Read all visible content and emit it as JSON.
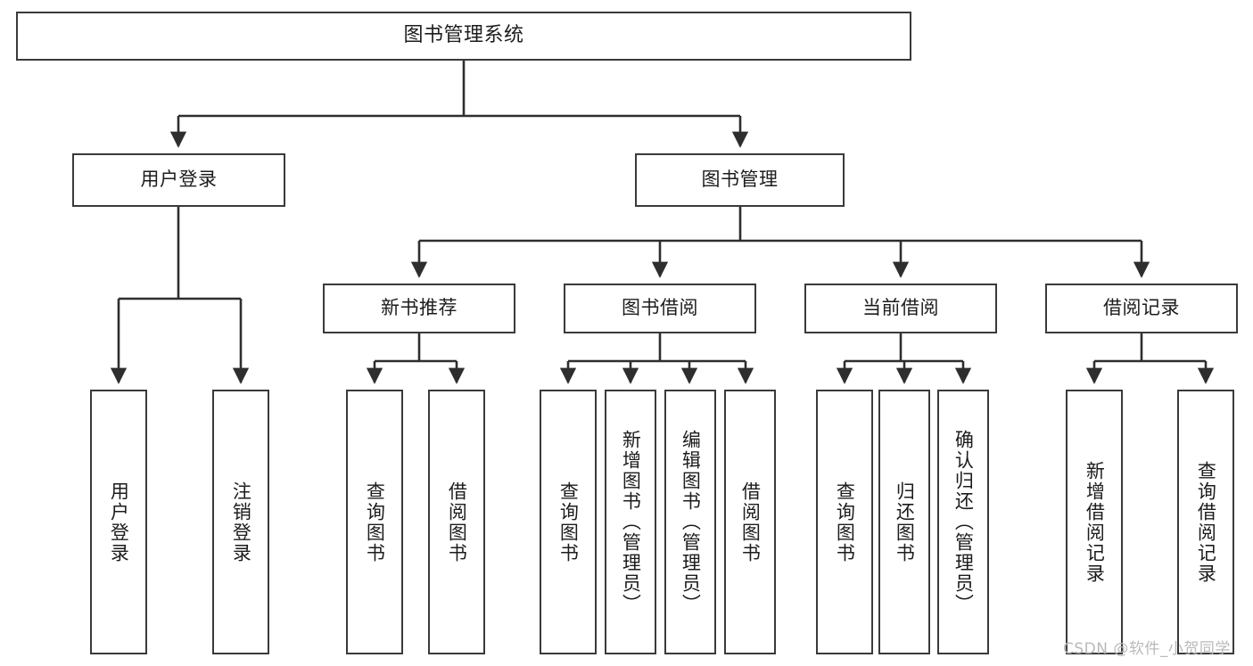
{
  "diagram": {
    "title": "图书管理系统",
    "watermark": "CSDN @软件_小贺同学",
    "line_color": "#3a3a3a",
    "background": "#ffffff",
    "text_color": "#1c1c1c",
    "watermark_color": "#b9b9b9"
  },
  "nodes": {
    "root": {
      "label": "图书管理系统"
    },
    "level2": [
      {
        "label": "用户登录"
      },
      {
        "label": "图书管理"
      }
    ],
    "level3": [
      {
        "label": "新书推荐"
      },
      {
        "label": "图书借阅"
      },
      {
        "label": "当前借阅"
      },
      {
        "label": "借阅记录"
      }
    ],
    "leaves": [
      {
        "label": "用户登录"
      },
      {
        "label": "注销登录"
      },
      {
        "label": "查询图书"
      },
      {
        "label": "借阅图书"
      },
      {
        "label": "查询图书"
      },
      {
        "label": "新增图书（管理员）"
      },
      {
        "label": "编辑图书（管理员）"
      },
      {
        "label": "借阅图书"
      },
      {
        "label": "查询图书"
      },
      {
        "label": "归还图书"
      },
      {
        "label": "确认归还（管理员）"
      },
      {
        "label": "新增借阅记录"
      },
      {
        "label": "查询借阅记录"
      }
    ]
  }
}
